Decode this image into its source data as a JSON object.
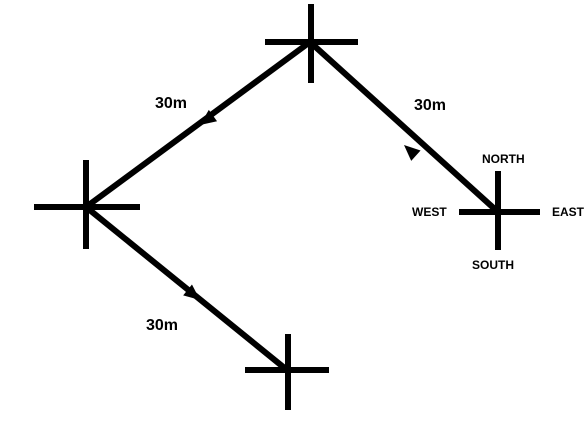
{
  "colors": {
    "ink": "#000000",
    "background": "#ffffff"
  },
  "compass": {
    "north": "NORTH",
    "south": "SOUTH",
    "east": "EAST",
    "west": "WEST"
  },
  "path": {
    "segments": [
      {
        "label": "30m",
        "direction": "north-west"
      },
      {
        "label": "30m",
        "direction": "south-west"
      },
      {
        "label": "30m",
        "direction": "south-east"
      }
    ]
  }
}
